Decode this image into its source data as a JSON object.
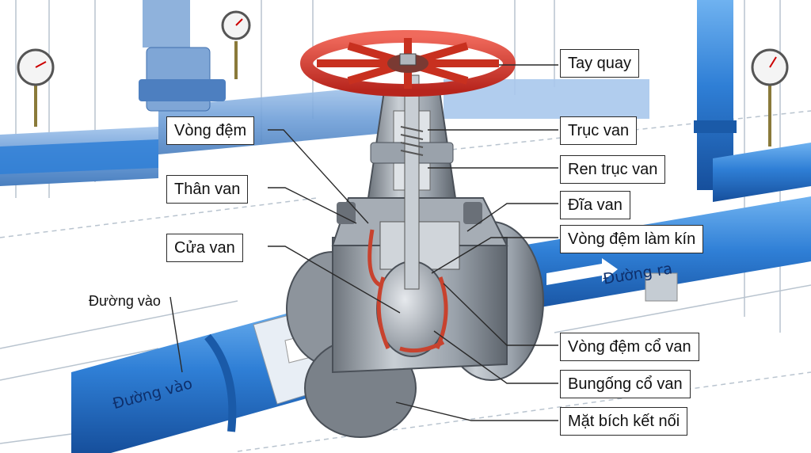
{
  "labels": {
    "tay_quay": "Tay quay",
    "truc_van": "Trục van",
    "ren_truc_van": "Ren trục van",
    "dia_van": "Đĩa van",
    "vong_dem_lam_kin": "Vòng đệm làm kín",
    "vong_dem_co_van": "Vòng đệm cổ van",
    "bung_ong_co_van": "Bungống cổ van",
    "mat_bich_ket_noi": "Mặt bích kết nối",
    "vong_dem": "Vòng đệm",
    "than_van": "Thân van",
    "cua_van": "Cửa van",
    "duong_vao_top": "Đường vào",
    "duong_vao_pipe": "Đường vào",
    "duong_ra_pipe": "Đường ra"
  },
  "colors": {
    "pipe_blue": "#2f7fd6",
    "pipe_dark": "#1a5aa8",
    "handwheel_red": "#d9352c",
    "valve_steel": "#9aa2ab",
    "seal_red": "#c8422e",
    "background_pipe": "#8fb2dc"
  },
  "icons": [
    "pressure-gauge-icon",
    "flow-arrow-icon",
    "handwheel-icon"
  ]
}
